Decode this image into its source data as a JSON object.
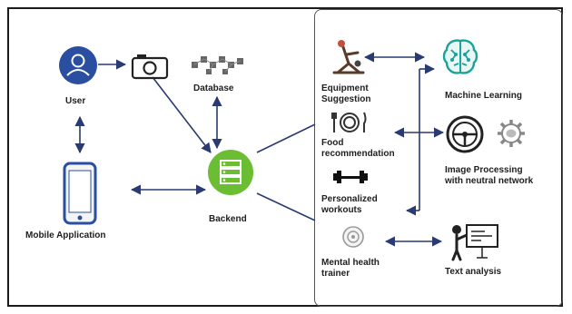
{
  "nodes": {
    "user": "User",
    "database": "Database",
    "backend": "Backend",
    "mobile": "Mobile Application",
    "equipment": [
      "Equipment",
      "Suggestion"
    ],
    "food": [
      "Food",
      "recommendation"
    ],
    "workouts": [
      "Personalized",
      "workouts"
    ],
    "mental": [
      "Mental health",
      "trainer"
    ],
    "ml": "Machine Learning",
    "image": [
      "Image Processing",
      "with neutral network"
    ],
    "text": "Text analysis"
  },
  "colors": {
    "user_circle": "#2a4fa0",
    "backend_circle": "#6bbd34",
    "ml_icon": "#1aa39a",
    "arrow": "#2a3a72",
    "icon_dark": "#222222"
  },
  "icons": [
    "user-icon",
    "camera-icon",
    "database-icon",
    "mobile-phone-icon",
    "backend-server-icon",
    "gym-equipment-icon",
    "food-plate-icon",
    "dumbbell-icon",
    "brain-icon",
    "steering-wheel-icon",
    "gear-brain-icon",
    "mental-health-icon",
    "presenter-icon"
  ]
}
